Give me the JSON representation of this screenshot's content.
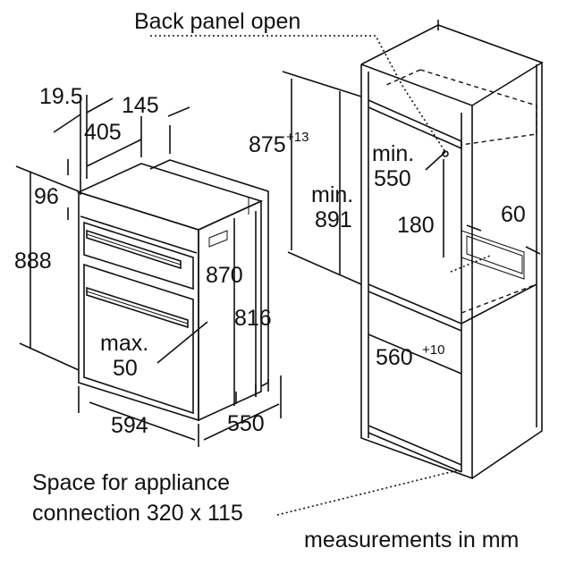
{
  "labels": {
    "back_panel": "Back panel open",
    "d19_5": "19.5",
    "d145": "145",
    "d405": "405",
    "d96": "96",
    "d888": "888",
    "d870": "870",
    "d816": "816",
    "max": "max.",
    "d50": "50",
    "d594": "594",
    "d550_bottom": "550",
    "d875": "875",
    "d875_sup": "+13",
    "min_a": "min.",
    "d891": "891",
    "min_b": "min.",
    "d550_cab": "550",
    "d180": "180",
    "d60": "60",
    "d560": "560",
    "d560_sup": "+10",
    "space_line1": "Space for appliance",
    "space_line2": "connection 320 x 115",
    "measurements": "measurements in mm"
  }
}
